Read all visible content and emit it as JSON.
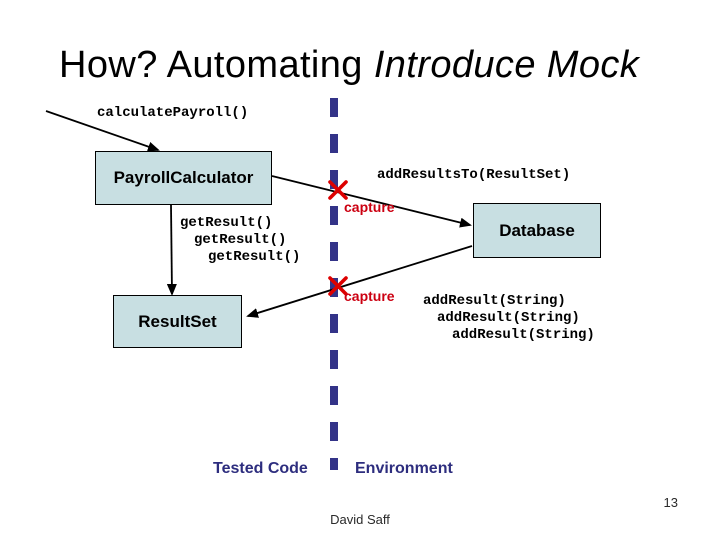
{
  "slide": {
    "title": {
      "regular": "How? Automating ",
      "italic": "Introduce Mock"
    },
    "footer": {
      "author": "David Saff",
      "page_number": "13"
    }
  },
  "diagram": {
    "nodes": {
      "payroll_calculator": "PayrollCalculator",
      "database": "Database",
      "result_set": "ResultSet"
    },
    "labels": {
      "calculate_payroll": "calculatePayroll()",
      "add_results_to": "addResultsTo(ResultSet)",
      "get_result": [
        "getResult()",
        "getResult()",
        "getResult()"
      ],
      "add_result": [
        "addResult(String)",
        "addResult(String)",
        "addResult(String)"
      ],
      "capture_top": "capture",
      "capture_bottom": "capture"
    },
    "regions": {
      "left": "Tested Code",
      "right": "Environment"
    },
    "colors": {
      "node_fill": "#c8dfe2",
      "node_border": "#000000",
      "boundary_dashed_line": "#333388",
      "capture_red": "#cc0011",
      "x_mark_red": "#dd0000",
      "region_label_navy": "#2d2d7e"
    }
  }
}
